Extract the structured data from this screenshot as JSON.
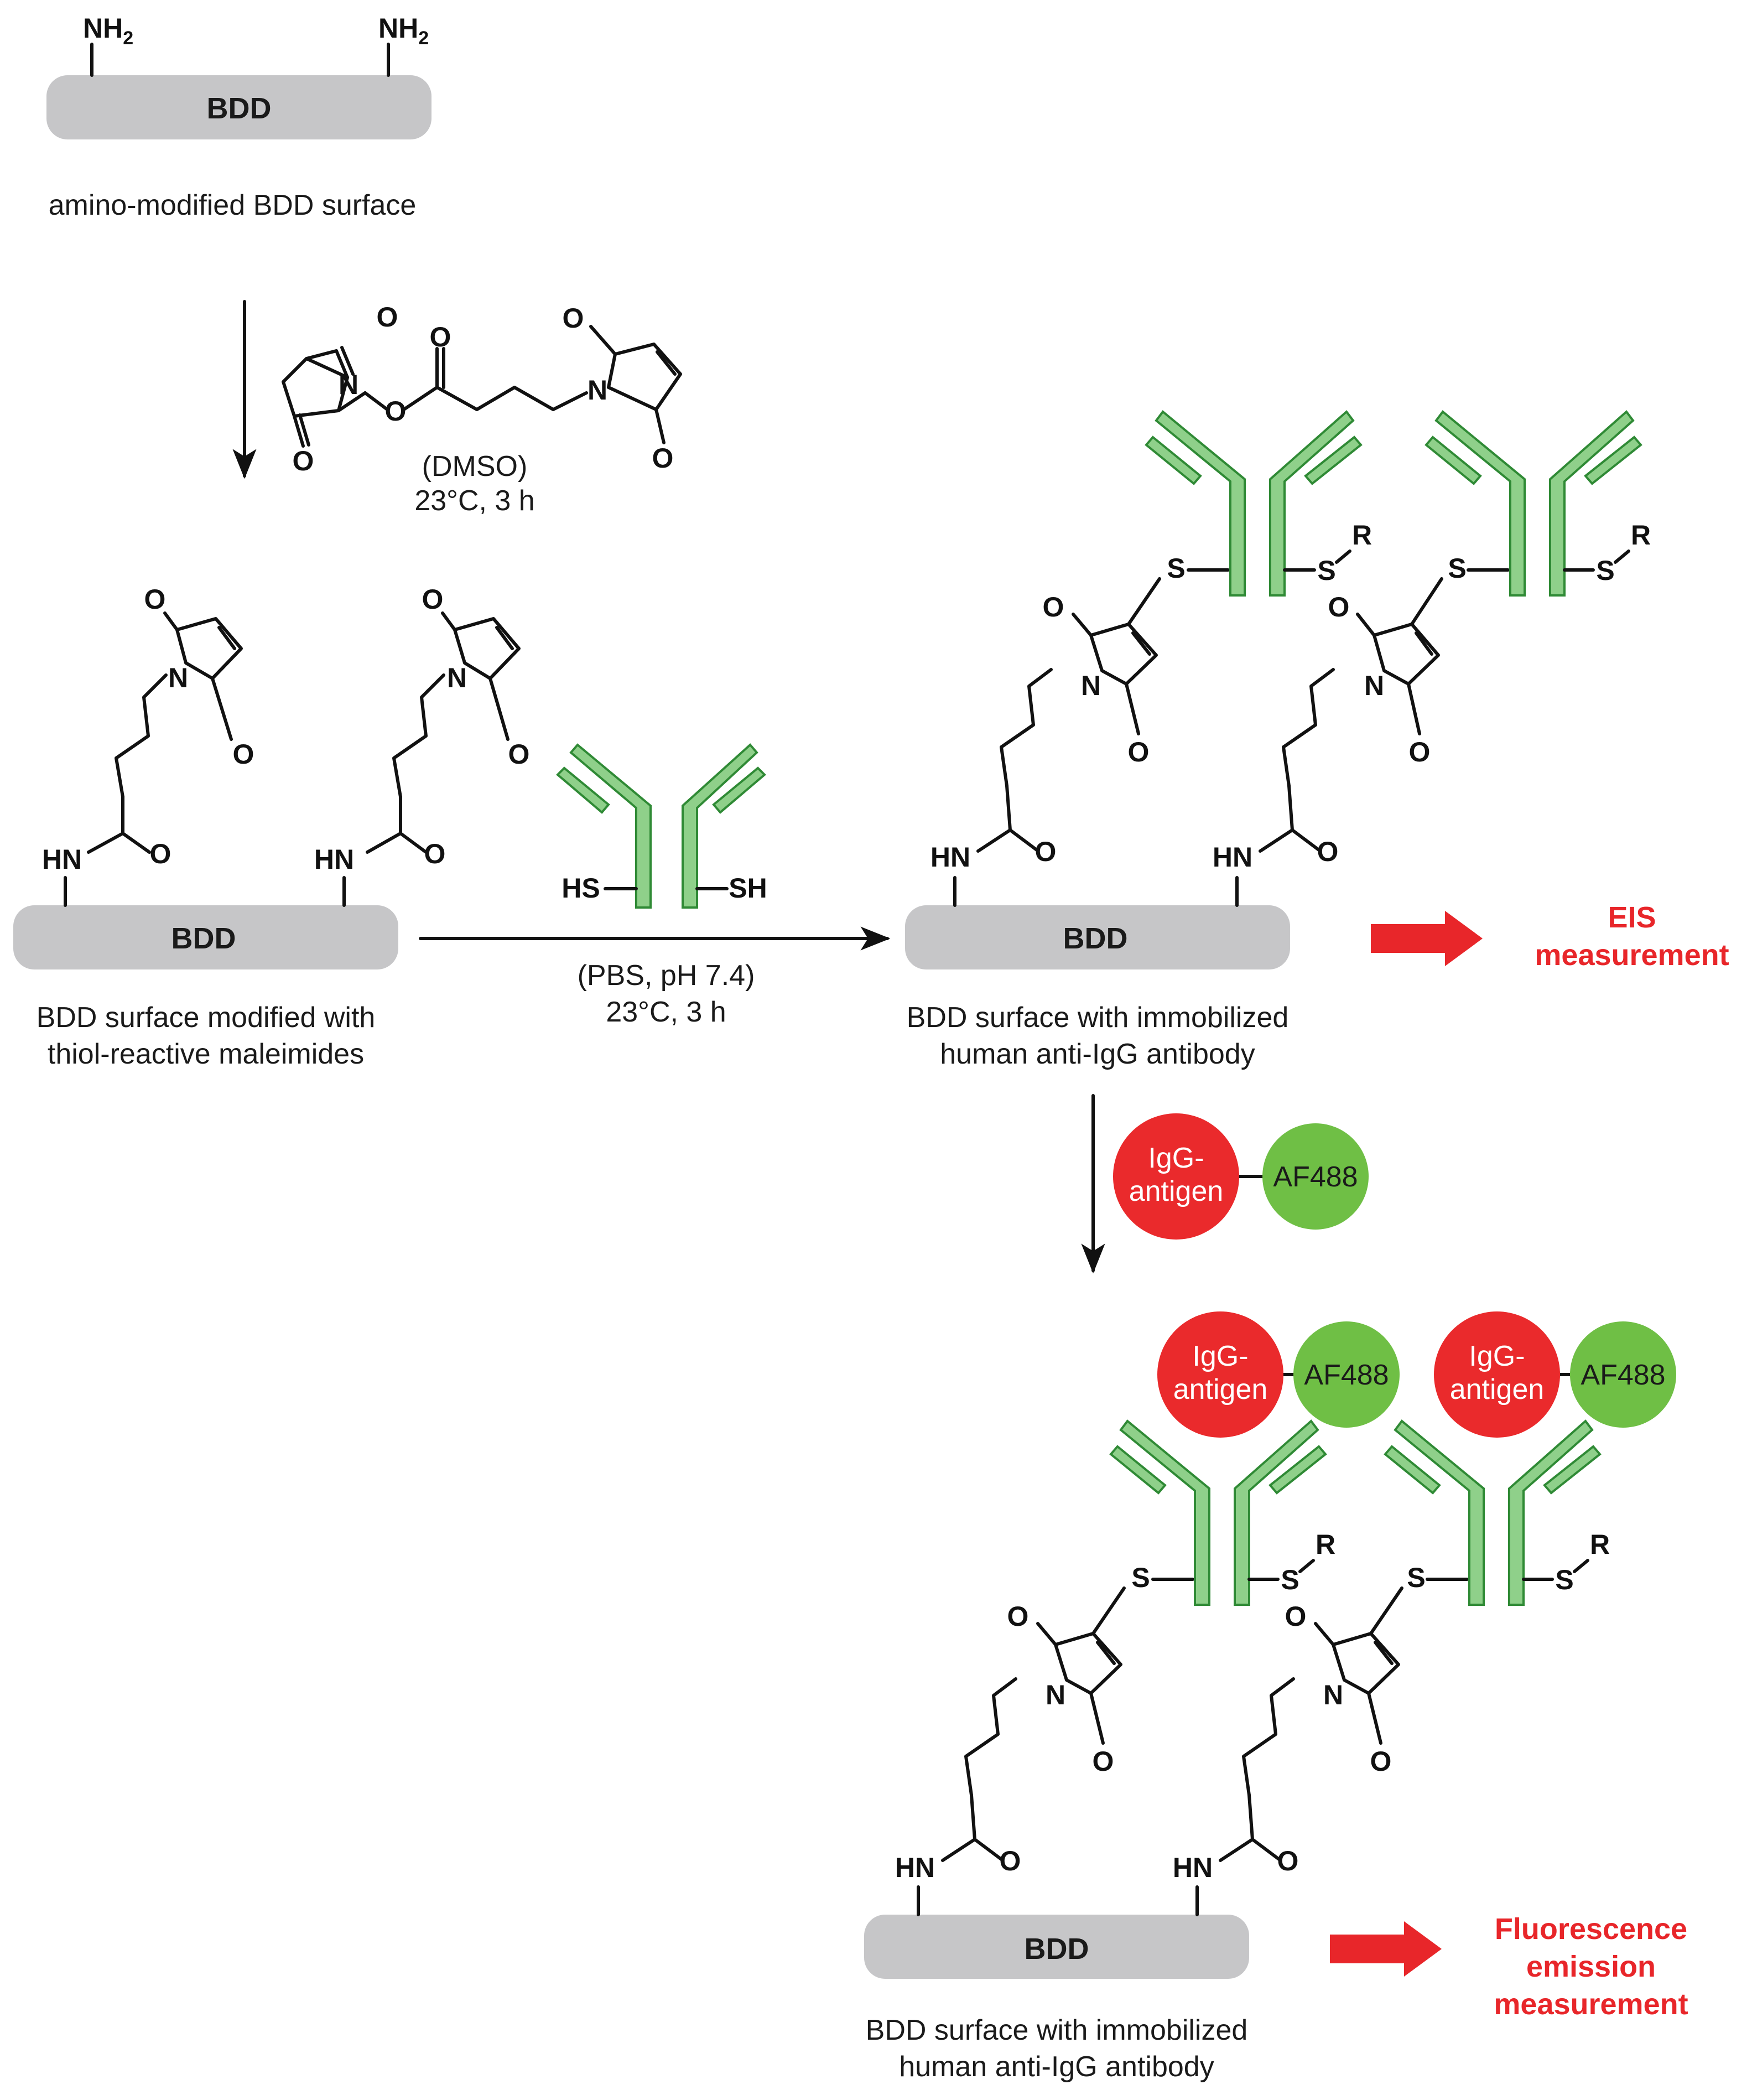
{
  "surfaces": {
    "label": "BDD",
    "amino_group": "NH",
    "amino_sub": "2"
  },
  "captions": {
    "step1": "amino-modified BDD surface",
    "step2_line1": "BDD surface modified with",
    "step2_line2": "thiol-reactive maleimides",
    "step3_line1": "BDD surface with immobilized",
    "step3_line2": "human anti-IgG antibody",
    "step4_line1": "BDD surface with immobilized",
    "step4_line2": "human anti-IgG antibody"
  },
  "conditions": {
    "reaction1_solvent": "(DMSO)",
    "reaction1_temp_time": "23°C, 3 h",
    "reaction2_buffer": "(PBS, pH 7.4)",
    "reaction2_temp_time": "23°C, 3 h"
  },
  "atoms": {
    "oxygen": "O",
    "nitrogen": "N",
    "sulfur": "S",
    "amide_nh": "HN",
    "thiol_left": "HS",
    "thiol_right": "SH",
    "r_group": "R"
  },
  "reagents": {
    "antigen_line1": "IgG-",
    "antigen_line2": "antigen",
    "fluorophore": "AF488"
  },
  "outcomes": {
    "eis_line1": "EIS",
    "eis_line2": "measurement",
    "fluor_line1": "Fluorescence",
    "fluor_line2": "emission",
    "fluor_line3": "measurement"
  },
  "colors": {
    "surface": "#c6c6c8",
    "antibody_fill": "#8fd08a",
    "antibody_stroke": "#2f8a35",
    "antigen": "#ea2a2c",
    "fluorophore": "#6fbf45",
    "outcome_arrow": "#e8262a"
  }
}
